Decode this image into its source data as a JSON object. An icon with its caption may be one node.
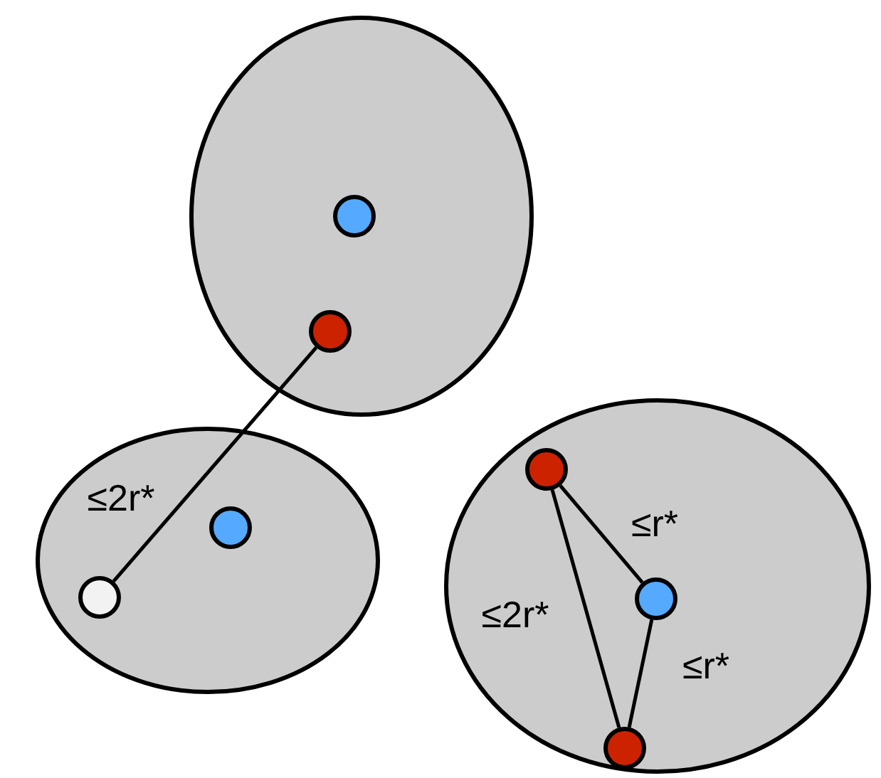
{
  "diagram": {
    "nodes": [
      {
        "text": [],
        "shape": "ellipse"
      },
      {
        "text": [],
        "shape": "ellipse"
      },
      {
        "text": [],
        "shape": "ellipse"
      },
      {
        "text": [],
        "shape": "circle",
        "in": 0
      },
      {
        "text": [],
        "shape": "circle",
        "in": 0
      },
      {
        "text": [],
        "shape": "circle",
        "in": 1
      },
      {
        "text": [],
        "shape": "circle",
        "in": 1
      },
      {
        "text": [],
        "shape": "circle",
        "in": 2
      },
      {
        "text": [],
        "shape": "circle",
        "in": 2
      },
      {
        "text": [],
        "shape": "circle",
        "in": 2
      }
    ],
    "edges": [
      {
        "from": 4,
        "to": 6,
        "arrow": "none",
        "label": "≤2r*"
      },
      {
        "from": 7,
        "to": 8,
        "arrow": "none",
        "label": "≤r*"
      },
      {
        "from": 7,
        "to": 9,
        "arrow": "none",
        "label": "≤2r*"
      },
      {
        "from": 8,
        "to": 9,
        "arrow": "none",
        "label": "≤r*"
      }
    ]
  }
}
